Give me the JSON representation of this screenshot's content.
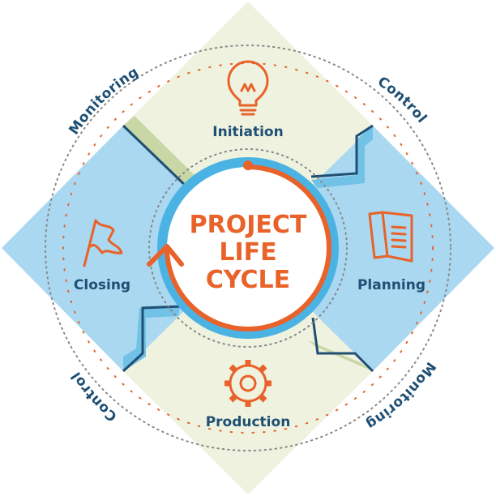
{
  "center": {
    "line1": "PROJECT",
    "line2": "LIFE",
    "line3": "CYCLE"
  },
  "stages": {
    "initiation": "Initiation",
    "planning": "Planning",
    "production": "Production",
    "closing": "Closing"
  },
  "ring_labels": {
    "top_left": "Monitoring",
    "top_right": "Control",
    "bottom_right": "Monitoring",
    "bottom_left": "Control"
  },
  "icons": {
    "initiation": "lightbulb-icon",
    "planning": "document-icon",
    "production": "gear-icon",
    "closing": "flag-icon"
  },
  "colors": {
    "accent_orange": "#e8622a",
    "navy": "#1f4f73",
    "light_blue": "#a9d8f0",
    "pale_green": "#eef2df",
    "mid_blue": "#4ab3e3"
  }
}
